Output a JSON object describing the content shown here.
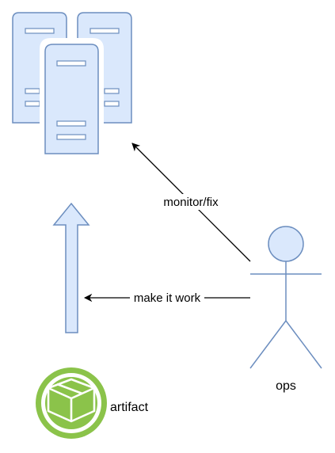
{
  "nodes": {
    "servers": {
      "label": ""
    },
    "upload_arrow": {
      "label": ""
    },
    "ops": {
      "label": "ops"
    },
    "artifact": {
      "label": "artifact"
    }
  },
  "edges": {
    "monitor": {
      "label": "monitor/fix"
    },
    "make_work": {
      "label": "make it work"
    }
  },
  "colors": {
    "server_fill": "#dae8fc",
    "server_stroke": "#6c8ebf",
    "artifact_green": "#8bc34a",
    "edge": "#000000"
  },
  "icons": {
    "servers": "server-rack-icon",
    "ops": "stick-figure-actor-icon",
    "artifact": "package-box-icon"
  }
}
